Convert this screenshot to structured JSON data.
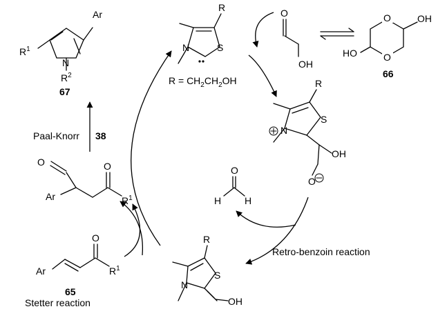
{
  "structures": {
    "pyrrole": {
      "ar": "Ar",
      "r1": "R",
      "sup1": "1",
      "n": "N",
      "r2": "R",
      "sup2": "2",
      "number": "67"
    },
    "nhc": {
      "r": "R",
      "n": "N",
      "s": "S",
      "r_def": "R = CH",
      "sub1": "2",
      "ch": "CH",
      "sub2": "2",
      "oh": "OH"
    },
    "glycolaldehyde": {
      "o": "O",
      "oh": "OH"
    },
    "dimer": {
      "o_top": "O",
      "o_bottom": "O",
      "oh_right": "OH",
      "ho_left": "HO",
      "number": "66"
    },
    "adduct": {
      "r": "R",
      "n": "N",
      "s": "S",
      "oh": "OH",
      "o": "O"
    },
    "formaldehyde": {
      "o": "O",
      "h_left": "H",
      "h_right": "H"
    },
    "breslow": {
      "r": "R",
      "n": "N",
      "s": "S",
      "oh": "OH"
    },
    "dicarbonyl": {
      "o_left": "O",
      "o_right": "O",
      "ar": "Ar",
      "r": "R",
      "sup": "1"
    },
    "enone": {
      "o": "O",
      "ar": "Ar",
      "r": "R",
      "sup": "1",
      "number": "65"
    }
  },
  "labels": {
    "paal_knorr": "Paal-Knorr",
    "paal_knorr_ref": "38",
    "retro_benzoin": "Retro-benzoin reaction",
    "stetter": "Stetter reaction"
  }
}
